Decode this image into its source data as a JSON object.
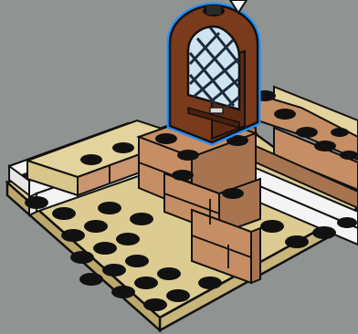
{
  "scene": {
    "background": "#8f9392",
    "pieces": [
      "baseplate-tan",
      "wall-white-left",
      "wall-white-right",
      "wall-tan-bricks",
      "wall-brown-bricks",
      "highlighted-arched-window"
    ],
    "colors": {
      "outline": "#111111",
      "tan": "#dccc92",
      "tan_dark": "#c7b57a",
      "white": "#f4f4f4",
      "medium_brown": "#c58e64",
      "medium_brown_dark": "#a87450",
      "reddish_brown": "#7a3a1c",
      "window_pane": "#cfe3f2",
      "highlight": "#1e90ff"
    }
  }
}
